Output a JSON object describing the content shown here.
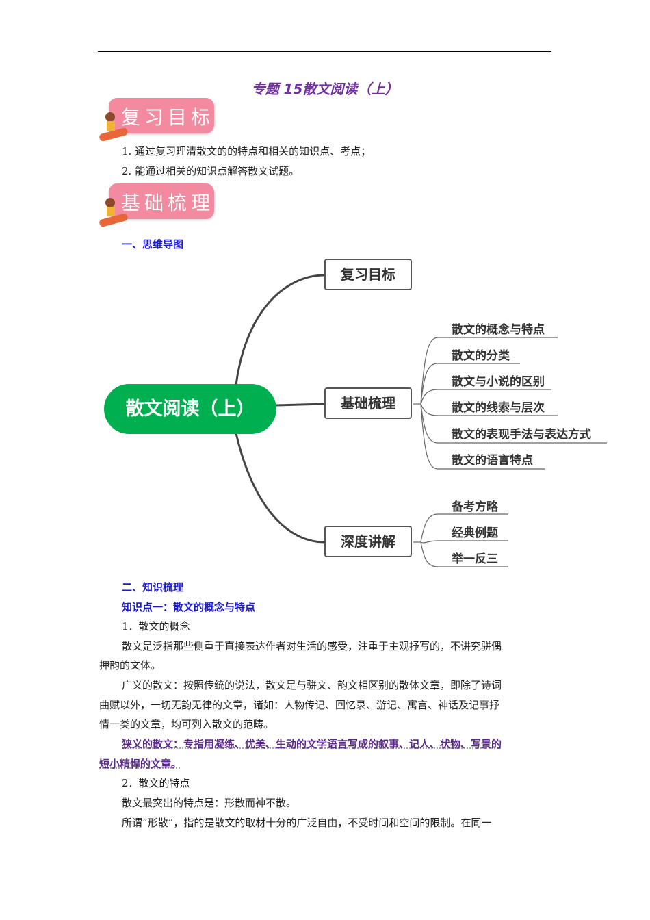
{
  "header": {
    "title": "专题 15散文阅读（上）"
  },
  "badges": {
    "review_goals": "复习目标",
    "basic_review": "基础梳理"
  },
  "goals": [
    "1. 通过复习理清散文的的特点和相关的知识点、考点；",
    "2. 能通过相关的知识点解答散文试题。"
  ],
  "section1": {
    "heading": "一、思维导图"
  },
  "mindmap": {
    "center": "散文阅读（上）",
    "branches": [
      {
        "label": "复习目标",
        "children": []
      },
      {
        "label": "基础梳理",
        "children": [
          "散文的概念与特点",
          "散文的分类",
          "散文与小说的区别",
          "散文的线索与层次",
          "散文的表现手法与表达方式",
          "散文的语言特点"
        ]
      },
      {
        "label": "深度讲解",
        "children": [
          "备考方略",
          "经典例题",
          "举一反三"
        ]
      }
    ]
  },
  "section2": {
    "heading": "二、知识梳理",
    "subheading": "知识点一：散文的概念与特点",
    "p1_title": "1．散文的概念",
    "p1a": "散文是泛指那些侧重于直接表达作者对生活的感受，注重于主观抒写的，不讲究骈偶",
    "p1b": "押韵的文体。",
    "p2a": "广义的散文：按照传统的说法，散文是与骈文、韵文相区别的散体文章，即除了诗词",
    "p2b": "曲赋以外，一切无韵无律的文章，诸如：人物传记、回忆录、游记、寓言、神话及记事抒",
    "p2c": "情一类的文章，均可列入散文的范畴。",
    "p3a": "狭义的散文：专指用凝练、优美、生动的文学语言写成的叙事、记人、状物、写景的",
    "p3b": "短小精悍的文章。",
    "p4_title": "2．散文的特点",
    "p4": "散文最突出的特点是：形散而神不散。",
    "p5": "所谓“形散”，指的是散文的取材十分的广泛自由，不受时间和空间的限制。在同一"
  }
}
